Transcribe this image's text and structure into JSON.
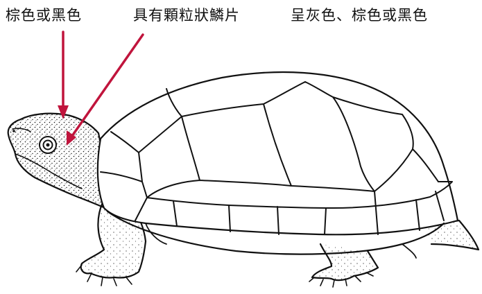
{
  "labels": [
    "棕色或黑色",
    "具有顆粒狀鱗片",
    "呈灰色、棕色或黑色"
  ],
  "colors": {
    "arrow": "#c0143c",
    "outline": "#111111",
    "background": "#ffffff"
  }
}
